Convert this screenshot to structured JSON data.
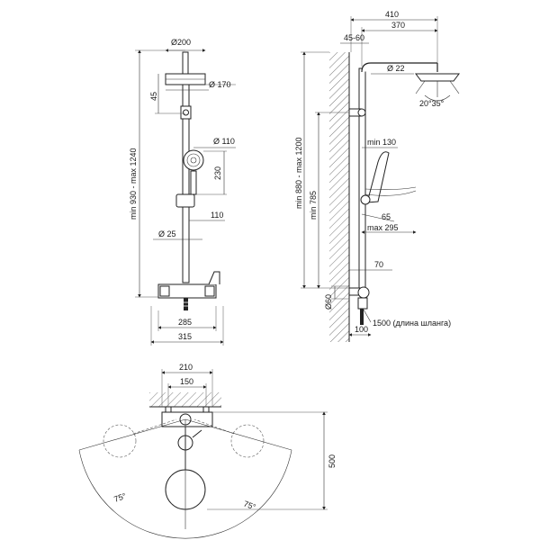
{
  "front_view": {
    "d_head_top": "Ø200",
    "d_head_bottom": "Ø 170",
    "h_head": "45",
    "height_range": "min 930 - max 1240",
    "d_hand_shower": "Ø 110",
    "h_hand": "230",
    "w_holder": "110",
    "d_pipe": "Ø 25",
    "w_body": "285",
    "w_total": "315"
  },
  "side_view": {
    "w_total": "410",
    "w_arm": "370",
    "wall_gap": "45-60",
    "d_arm": "Ø 22",
    "angle_head": "20°35°",
    "min_hand": "min 130",
    "height_range": "min 880 - max 1200",
    "h_min": "min 785",
    "offset_65": "65",
    "max_hand": "max 295",
    "offset_70": "70",
    "d_connector": "Ø60",
    "hose": "1500 (длина шланга)",
    "offset_100": "100"
  },
  "top_view": {
    "w_210": "210",
    "w_150": "150",
    "depth_500": "500",
    "angle_left": "75°",
    "angle_right": "75°"
  }
}
